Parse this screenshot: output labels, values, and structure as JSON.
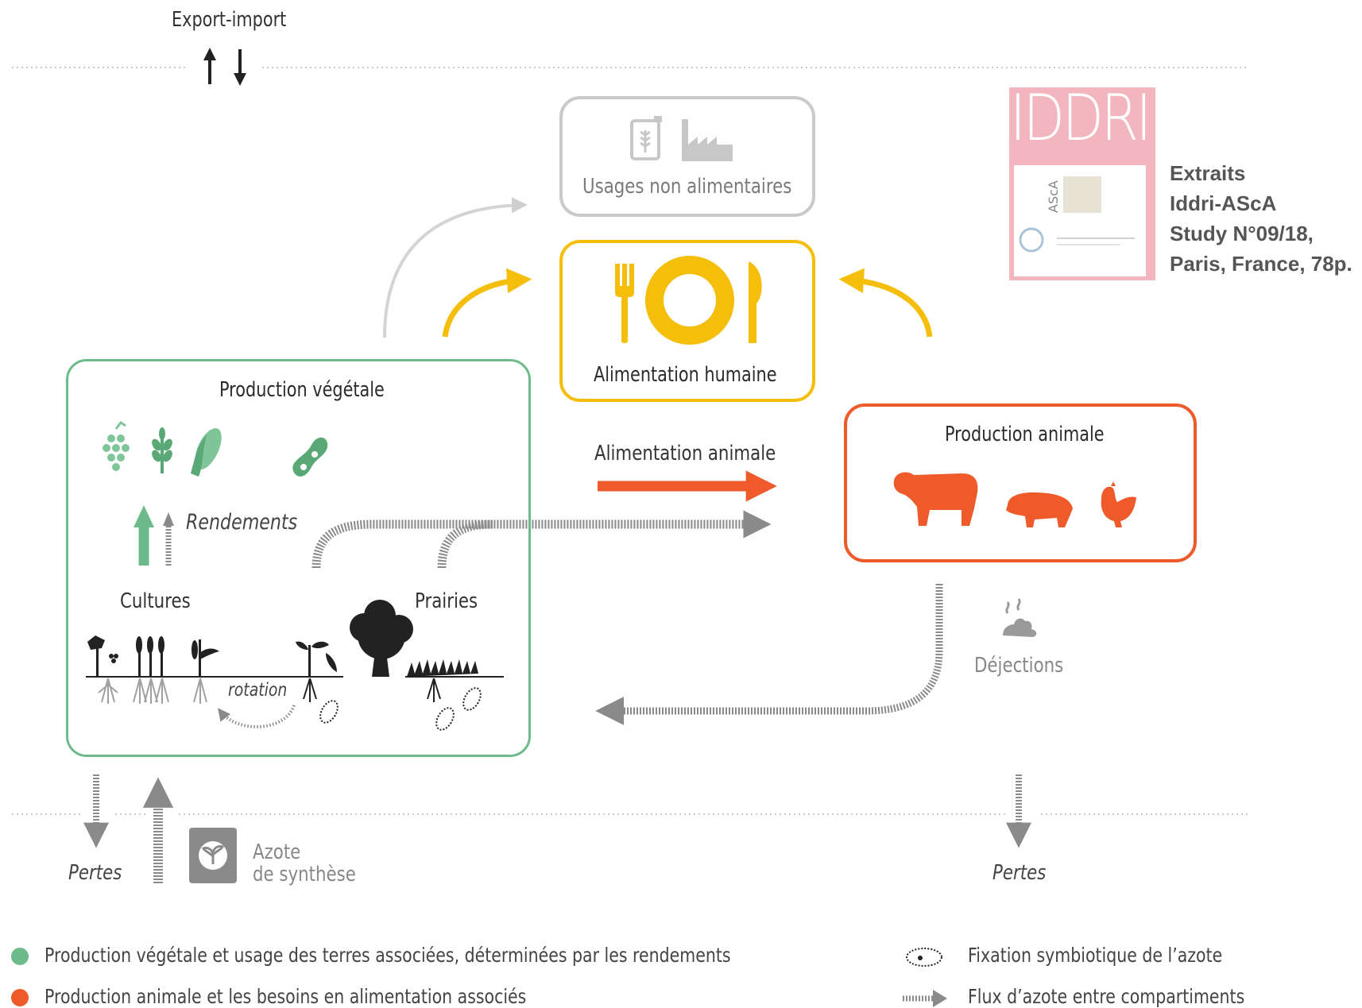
{
  "top": {
    "export_import": "Export-import"
  },
  "boxes": {
    "non_food": {
      "label": "Usages non alimentaires"
    },
    "human_food": {
      "label": "Alimentation humaine"
    },
    "plant_production": {
      "label": "Production végétale"
    },
    "animal_production": {
      "label": "Production animale"
    }
  },
  "labels": {
    "animal_feed": "Alimentation animale",
    "yields": "Rendements",
    "crops": "Cultures",
    "grasslands": "Prairies",
    "rotation": "rotation",
    "manure": "Déjections",
    "losses_left": "Pertes",
    "losses_right": "Pertes",
    "synthetic_nitrogen_line1": "Azote",
    "synthetic_nitrogen_line2": "de synthèse"
  },
  "iddri": {
    "logo_text": "IDDRI",
    "cover_text": "AScA",
    "citation": [
      "Extraits",
      "Iddri-AScA",
      "Study N°09/18,",
      "Paris, France, 78p."
    ]
  },
  "legend": {
    "items": [
      {
        "text": "Production végétale et usage des terres associées, déterminées par les rendements",
        "marker": "green-dot"
      },
      {
        "text": "Production animale et les besoins en alimentation associés",
        "marker": "orange-dot"
      },
      {
        "text": "Fixation symbiotique de l’azote",
        "marker": "dotted-ellipse"
      },
      {
        "text": "Flux d’azote entre compartiments",
        "marker": "dotted-arrow"
      }
    ]
  },
  "colors": {
    "green": "#6dba8a",
    "orange": "#ee5a2a",
    "yellow": "#f5be0b",
    "grey_box": "#c9c9c9",
    "dark": "#222222",
    "iddri_pink": "#f3b5be"
  }
}
